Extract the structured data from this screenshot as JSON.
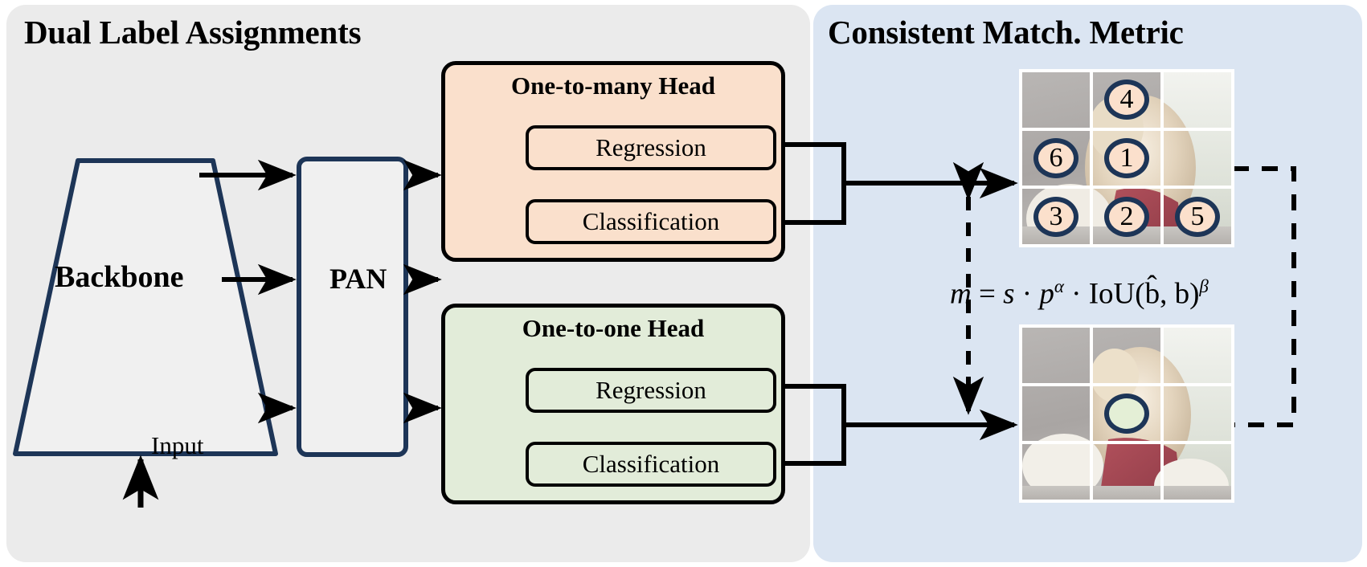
{
  "panels": {
    "left": {
      "title": "Dual Label Assignments",
      "bg": "#ebebeb"
    },
    "right": {
      "title": "Consistent Match. Metric",
      "bg": "#dbe5f2"
    }
  },
  "backbone": {
    "label": "Backbone",
    "outline": "#1d3557",
    "fill": "#f0f0f0"
  },
  "pan": {
    "label": "PAN",
    "outline": "#1d3557",
    "fill": "#f0f0f0"
  },
  "input": {
    "label": "Input"
  },
  "heads": [
    {
      "id": "one-to-many",
      "title": "One-to-many Head",
      "fill": "#fae0cc",
      "regression": "Regression",
      "classification": "Classification"
    },
    {
      "id": "one-to-one",
      "title": "One-to-one Head",
      "fill": "#e2ecd9",
      "regression": "Regression",
      "classification": "Classification"
    }
  ],
  "formula": {
    "text": "m = s · p^α · IoU(b̂, b)^β",
    "lhs": "m",
    "eq": "=",
    "terms": [
      "s",
      "p",
      "IoU(b̂, b)"
    ],
    "exponents": [
      "α",
      "β"
    ],
    "dot": "·"
  },
  "grids": [
    {
      "id": "one-to-many-assignment",
      "rows": 3,
      "cols": 3,
      "markers": [
        [
          null,
          "4",
          null
        ],
        [
          "6",
          "1",
          null
        ],
        [
          "3",
          "2",
          "5"
        ]
      ],
      "marker_fill": "#fbe0cc",
      "marker_outline": "#1d3557"
    },
    {
      "id": "one-to-one-assignment",
      "rows": 3,
      "cols": 3,
      "markers": [
        [
          null,
          null,
          null
        ],
        [
          null,
          "",
          null
        ],
        [
          null,
          null,
          null
        ]
      ],
      "marker_fill": "#e4efd6",
      "marker_outline": "#1d3557"
    }
  ],
  "colors": {
    "navy": "#1d3557",
    "peach": "#fae0cc",
    "green": "#e2ecd9",
    "panel_gray": "#ebebeb",
    "panel_blue": "#dbe5f2",
    "stroke": "#000000"
  }
}
